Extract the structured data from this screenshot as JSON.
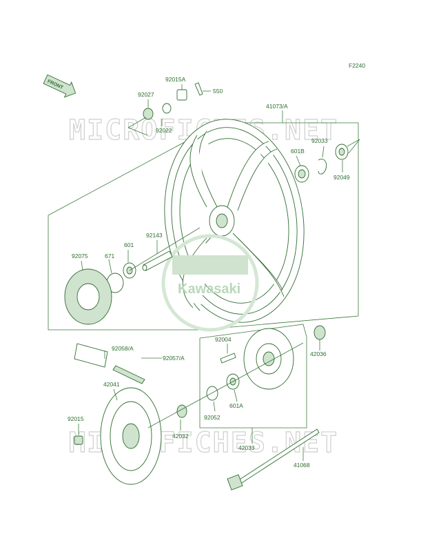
{
  "figure_code": "F2240",
  "front_label": "FRONT",
  "watermark_text": "MICROFICHES.NET",
  "logo_text": "Kawasaki",
  "colors": {
    "line": "#2f6b2f",
    "watermark": "#cfcfcf"
  },
  "parts": {
    "p92015A": "92015A",
    "p550": "550",
    "p92027": "92027",
    "p92022": "92022",
    "p41073A": "41073/A",
    "p601B": "601B",
    "p92033": "92033",
    "p92049": "92049",
    "p92143": "92143",
    "p601": "601",
    "p671": "671",
    "p92075": "92075",
    "p92004": "92004",
    "p42036": "42036",
    "p92058A": "92058/A",
    "p92057A": "92057/A",
    "p42041": "42041",
    "p601A": "601A",
    "p92052": "92052",
    "p42032": "42032",
    "p92015": "92015",
    "p42033": "42033",
    "p41068": "41068"
  }
}
